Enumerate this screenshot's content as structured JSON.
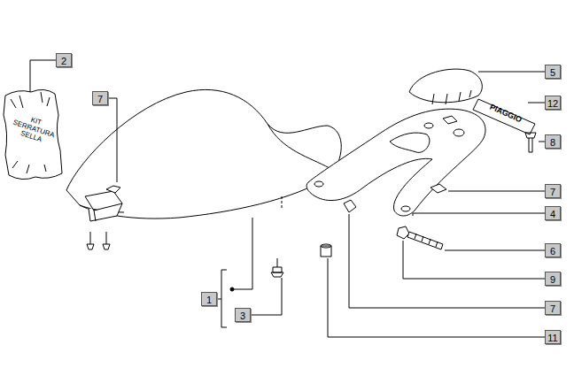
{
  "diagram": {
    "labels": [
      "2",
      "7",
      "5",
      "12",
      "8",
      "7",
      "4",
      "6",
      "9",
      "7",
      "11",
      "1",
      "3",
      "KIT SERRATURA SELLA",
      "PIAGGIO"
    ]
  }
}
